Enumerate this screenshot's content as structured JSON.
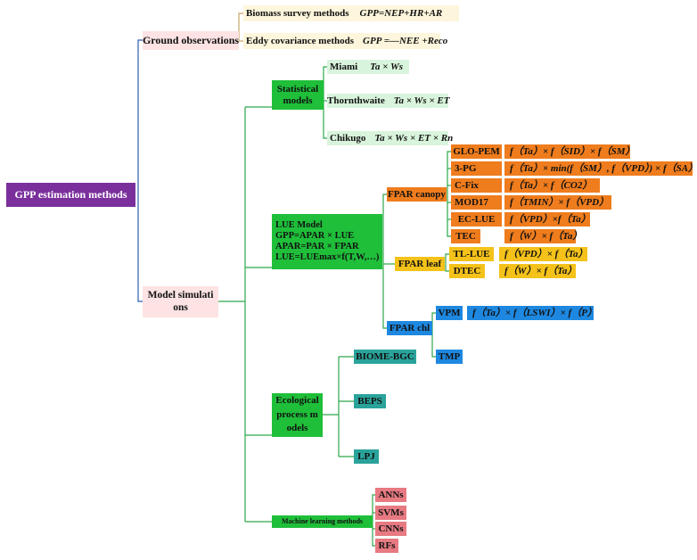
{
  "root": "GPP estimation methods",
  "ground": {
    "label": "Ground observations",
    "biomass": {
      "label": "Biomass survey methods",
      "formula": "GPP=NEP+HR+AR"
    },
    "eddy": {
      "label": "Eddy covariance methods",
      "formula": "GPP =—NEE +Reco"
    }
  },
  "model": {
    "label": "Model simulati ons",
    "statistical": {
      "label": "Statistical models",
      "items": [
        {
          "name": "Miami",
          "formula": "Ta × Ws"
        },
        {
          "name": "Thornthwaite",
          "formula": "Ta × Ws  × ET"
        },
        {
          "name": "Chikugo",
          "formula": "Ta × Ws  × ET × Rn"
        }
      ]
    },
    "lue": {
      "lines": [
        "LUE Model",
        "GPP=APAR × LUE",
        "APAR=PAR × FPAR",
        "LUE=LUEmax×f(T,W,…)"
      ],
      "canopy": {
        "label": "FPAR canopy",
        "items": [
          {
            "name": "GLO-PEM",
            "formula": "f（Ta）× f（SID）× f（SM）"
          },
          {
            "name": "3-PG",
            "formula": "f（Ta）× min(f（SM）, f（VPD）) × f（SA）"
          },
          {
            "name": "C-Fix",
            "formula": "f（Ta）× f（CO2）"
          },
          {
            "name": "MOD17",
            "formula": "f（TMIN）× f（VPD）"
          },
          {
            "name": "EC-LUE",
            "formula": "f（VPD）×f（Ta）"
          },
          {
            "name": "TEC",
            "formula": "f（W）× f（Ta）"
          }
        ]
      },
      "leaf": {
        "label": "FPAR leaf",
        "items": [
          {
            "name": "TL-LUE",
            "formula": "f（VPD）× f（Ta）"
          },
          {
            "name": "DTEC",
            "formula": "f（W）× f（Ta）"
          }
        ]
      },
      "chl": {
        "label": "FPAR chl",
        "items": [
          {
            "name": "VPM",
            "formula": "f（Ta）× f（LSWI）× f（P）"
          },
          {
            "name": "TMP",
            "formula": ""
          }
        ]
      }
    },
    "ecological": {
      "label": "Ecological process m odels",
      "items": [
        "BIOME-BGC",
        "BEPS",
        "LPJ"
      ]
    },
    "ml": {
      "label": "Machine learning methods",
      "items": [
        "ANNs",
        "SVMs",
        "CNNs",
        "RFs"
      ]
    }
  },
  "colors": {
    "root": "#7b2f9d",
    "pink": "#fde3e3",
    "green": "#1fbf3a",
    "orange": "#ef7c1d",
    "yellow": "#f4c21a",
    "blue": "#1e88e0",
    "teal": "#2aa39b",
    "salmon": "#e77a82"
  }
}
